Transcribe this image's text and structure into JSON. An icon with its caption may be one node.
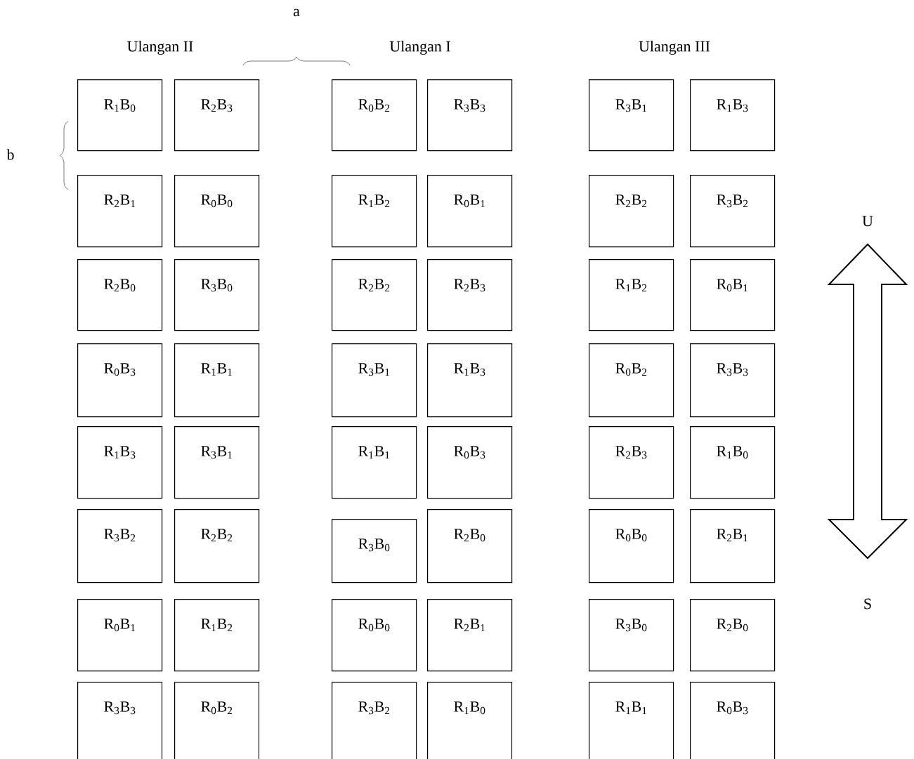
{
  "diagram": {
    "nodes": [
      {
        "text": [
          "R$_{1}$B$_{0}$"
        ]
      },
      {
        "text": [
          "R$_{2}$B$_{3}$"
        ]
      },
      {
        "text": [
          "R$_{0}$B$_{2}$"
        ]
      },
      {
        "text": [
          "R$_{3}$B$_{3}$"
        ]
      },
      {
        "text": [
          "R$_{3}$B$_{1}$"
        ]
      },
      {
        "text": [
          "R$_{1}$B$_{3}$"
        ]
      },
      {
        "text": [
          "R$_{2}$B$_{1}$"
        ]
      },
      {
        "text": [
          "R$_{0}$B$_{0}$"
        ]
      },
      {
        "text": [
          "R$_{1}$B$_{2}$"
        ]
      },
      {
        "text": [
          "R$_{0}$B$_{1}$"
        ]
      },
      {
        "text": [
          "R$_{2}$B$_{2}$"
        ]
      },
      {
        "text": [
          "R$_{3}$B$_{2}$"
        ]
      },
      {
        "text": [
          "R$_{2}$B$_{0}$"
        ]
      },
      {
        "text": [
          "R$_{3}$B$_{0}$"
        ]
      },
      {
        "text": [
          "R$_{2}$B$_{2}$"
        ]
      },
      {
        "text": [
          "R$_{2}$B$_{3}$"
        ]
      },
      {
        "text": [
          "R$_{1}$B$_{2}$"
        ]
      },
      {
        "text": [
          "R$_{0}$B$_{1}$"
        ]
      },
      {
        "text": [
          "R$_{0}$B$_{3}$"
        ]
      },
      {
        "text": [
          "R$_{1}$B$_{1}$"
        ]
      },
      {
        "text": [
          "R$_{3}$B$_{1}$"
        ]
      },
      {
        "text": [
          "R$_{1}$B$_{3}$"
        ]
      },
      {
        "text": [
          "R$_{0}$B$_{2}$"
        ]
      },
      {
        "text": [
          "R$_{3}$B$_{3}$"
        ]
      },
      {
        "text": [
          "R$_{1}$B$_{3}$"
        ]
      },
      {
        "text": [
          "R$_{3}$B$_{1}$"
        ]
      },
      {
        "text": [
          "R$_{1}$B$_{1}$"
        ]
      },
      {
        "text": [
          "R$_{0}$B$_{3}$"
        ]
      },
      {
        "text": [
          "R$_{2}$B$_{3}$"
        ]
      },
      {
        "text": [
          "R$_{1}$B$_{0}$"
        ]
      },
      {
        "text": [
          "R$_{3}$B$_{2}$"
        ]
      },
      {
        "text": [
          "R$_{2}$B$_{2}$"
        ]
      },
      {
        "text": [
          "R$_{3}$B$_{0}$"
        ]
      },
      {
        "text": [
          "R$_{2}$B$_{0}$"
        ]
      },
      {
        "text": [
          "R$_{0}$B$_{0}$"
        ]
      },
      {
        "text": [
          "R$_{2}$B$_{1}$"
        ]
      },
      {
        "text": [
          "R$_{0}$B$_{1}$"
        ]
      },
      {
        "text": [
          "R$_{1}$B$_{2}$"
        ]
      },
      {
        "text": [
          "R$_{0}$B$_{0}$"
        ]
      },
      {
        "text": [
          "R$_{2}$B$_{1}$"
        ]
      },
      {
        "text": [
          "R$_{3}$B$_{0}$"
        ]
      },
      {
        "text": [
          "R$_{2}$B$_{0}$"
        ]
      },
      {
        "text": [
          "R$_{3}$B$_{3}$"
        ]
      },
      {
        "text": [
          "R$_{0}$B$_{2}$"
        ]
      },
      {
        "text": [
          "R$_{3}$B$_{2}$"
        ]
      },
      {
        "text": [
          "R$_{1}$B$_{0}$"
        ]
      },
      {
        "text": [
          "R$_{1}$B$_{1}$"
        ]
      },
      {
        "text": [
          "R$_{0}$B$_{3}$"
        ]
      }
    ],
    "labels": [
      "a",
      "Ulangan II",
      "Ulangan I",
      "Ulangan III",
      "b",
      "U",
      "S"
    ]
  }
}
